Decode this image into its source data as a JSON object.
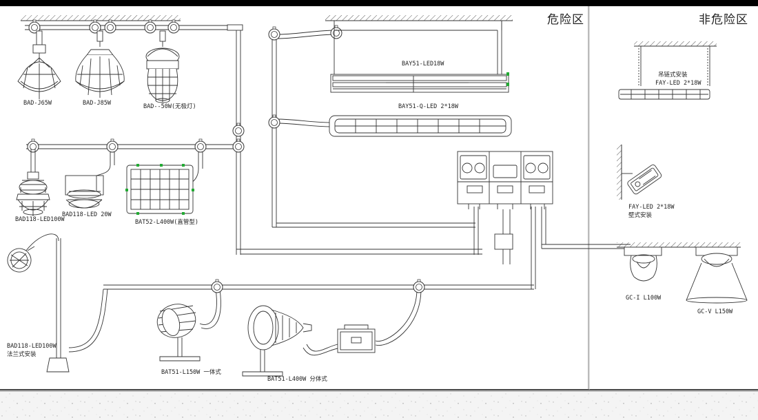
{
  "zones": {
    "hazardous": "危险区",
    "non_hazardous": "非危险区"
  },
  "fixtures": {
    "bad_j65w": "BAD-J65W",
    "bad_j85w": "BAD-J85W",
    "bad_50w": "BAD--50W(无极灯)",
    "bay51_led18w": "BAY51-LED18W",
    "bay51_q_led": "BAY51-Q-LED 2*18W",
    "bad118_led100w": "BAD118-LED100W",
    "bad118_led20w": "BAD118-LED 20W",
    "bat52_l400w": "BAT52-L400W(直管型)",
    "bad118_flange_model": "BAD118-LED100W",
    "bad118_flange_mount": "法兰式安装",
    "bat51_l150w": "BAT51-L150W  一体式",
    "bat51_l400w": "BAT51-L400W  分体式",
    "fay_chain_mount": "吊链式安装",
    "fay_chain_model": "FAY-LED 2*18W",
    "fay_wall_model": "FAY-LED 2*18W",
    "fay_wall_mount": "壁式安装",
    "gc_i": "GC-I L100W",
    "gc_v": "GC-V L150W"
  },
  "colors": {
    "line": "#333333",
    "indicator_green": "#22aa33",
    "background": "#ffffff",
    "border": "#111111"
  }
}
